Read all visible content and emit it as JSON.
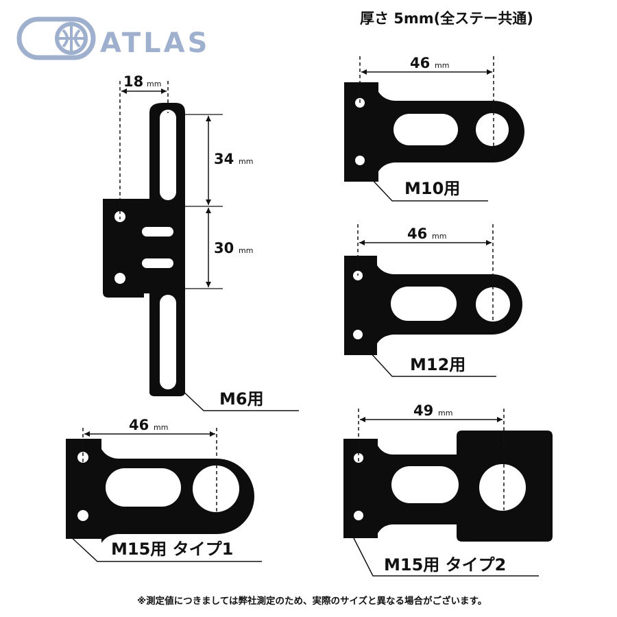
{
  "brand": {
    "name": "ATLAS",
    "color": "#9fb0cf"
  },
  "header": {
    "thickness_note": "厚さ 5mm(全ステー共通)"
  },
  "footnote": "※測定値につきましては弊社測定のため、実際のサイズと異なる場合がございます。",
  "unit": "mm",
  "colors": {
    "steel": "#0d0d0d",
    "hole": "#ffffff",
    "dimension": "#111111"
  },
  "brackets": {
    "m6": {
      "label": "M6用",
      "width": "18",
      "upper_pitch": "34",
      "lower_pitch": "30"
    },
    "m10": {
      "label": "M10用",
      "hole_pitch": "46"
    },
    "m12": {
      "label": "M12用",
      "hole_pitch": "46"
    },
    "m15_type1": {
      "label": "M15用 タイプ1",
      "hole_pitch": "46"
    },
    "m15_type2": {
      "label": "M15用 タイプ2",
      "hole_pitch": "49"
    }
  }
}
